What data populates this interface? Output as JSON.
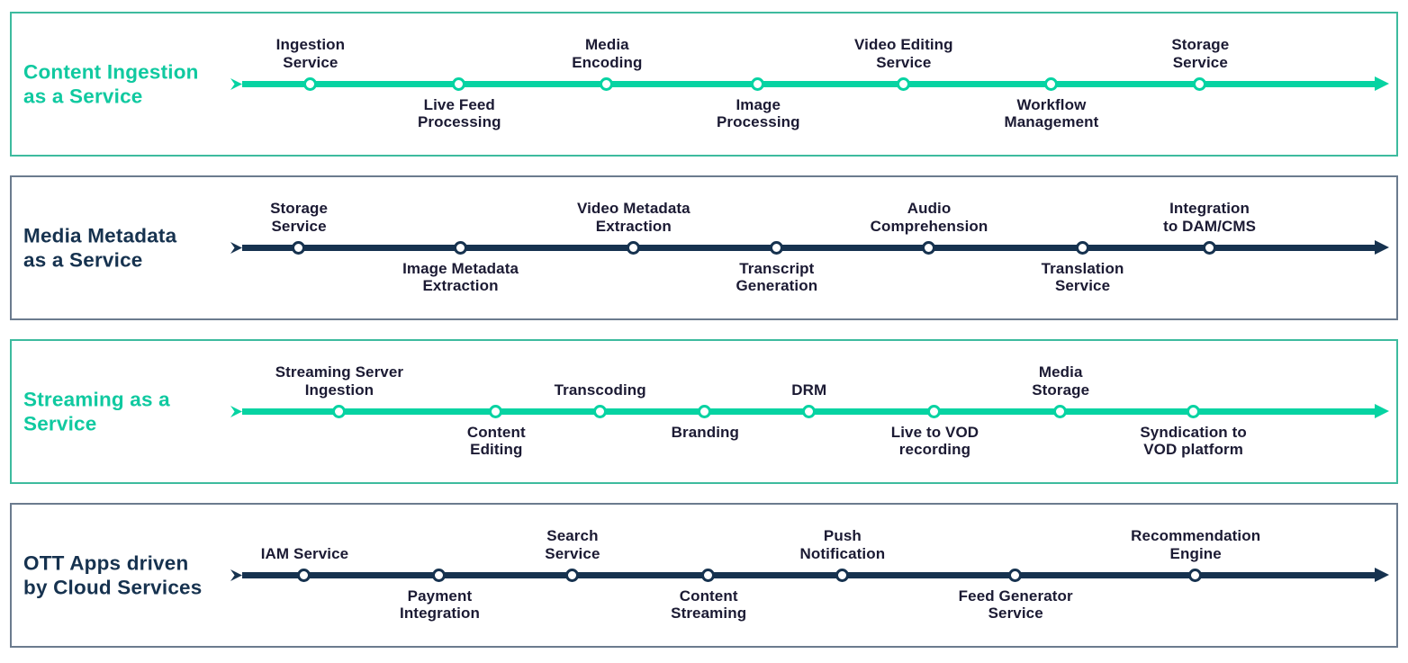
{
  "colors": {
    "teal_line": "#06d3a2",
    "teal_title": "#10c9a0",
    "teal_box_border": "#3dbb9e",
    "navy_line": "#16324f",
    "navy_title": "#16324f",
    "navy_box_border": "#6b7b8e",
    "label_text": "#1b1a33",
    "node_fill": "#ffffff",
    "background": "#ffffff"
  },
  "bands": [
    {
      "name": "content-ingestion-as-a-service",
      "theme": "teal",
      "title": "Content Ingestion as a Service",
      "title_lines": [
        "Content Ingestion",
        "as a Service"
      ],
      "nodes": [
        {
          "label": "Ingestion Service",
          "lines": [
            "Ingestion",
            "Service"
          ],
          "side": "above",
          "x_pct": 6.7
        },
        {
          "label": "Live Feed Processing",
          "lines": [
            "Live Feed",
            "Processing"
          ],
          "side": "below",
          "x_pct": 19.6
        },
        {
          "label": "Media Encoding",
          "lines": [
            "Media",
            "Encoding"
          ],
          "side": "above",
          "x_pct": 32.4
        },
        {
          "label": "Image Processing",
          "lines": [
            "Image",
            "Processing"
          ],
          "side": "below",
          "x_pct": 45.5
        },
        {
          "label": "Video Editing Service",
          "lines": [
            "Video Editing",
            "Service"
          ],
          "side": "above",
          "x_pct": 58.1
        },
        {
          "label": "Workflow Management",
          "lines": [
            "Workflow",
            "Management"
          ],
          "side": "below",
          "x_pct": 70.9
        },
        {
          "label": "Storage Service",
          "lines": [
            "Storage",
            "Service"
          ],
          "side": "above",
          "x_pct": 83.8
        }
      ]
    },
    {
      "name": "media-metadata-as-a-service",
      "theme": "navy",
      "title": "Media Metadata as a Service",
      "title_lines": [
        "Media Metadata",
        "as a Service"
      ],
      "nodes": [
        {
          "label": "Storage Service",
          "lines": [
            "Storage",
            "Service"
          ],
          "side": "above",
          "x_pct": 5.7
        },
        {
          "label": "Image Metadata Extraction",
          "lines": [
            "Image Metadata",
            "Extraction"
          ],
          "side": "below",
          "x_pct": 19.7
        },
        {
          "label": "Video Metadata Extraction",
          "lines": [
            "Video Metadata",
            "Extraction"
          ],
          "side": "above",
          "x_pct": 34.7
        },
        {
          "label": "Transcript Generation",
          "lines": [
            "Transcript",
            "Generation"
          ],
          "side": "below",
          "x_pct": 47.1
        },
        {
          "label": "Audio Comprehension",
          "lines": [
            "Audio",
            "Comprehension"
          ],
          "side": "above",
          "x_pct": 60.3
        },
        {
          "label": "Translation Service",
          "lines": [
            "Translation",
            "Service"
          ],
          "side": "below",
          "x_pct": 73.6
        },
        {
          "label": "Integration to DAM/CMS",
          "lines": [
            "Integration",
            "to DAM/CMS"
          ],
          "side": "above",
          "x_pct": 84.6
        }
      ]
    },
    {
      "name": "streaming-as-a-service",
      "theme": "teal",
      "title": "Streaming as a Service",
      "title_lines": [
        "Streaming as a",
        "Service"
      ],
      "nodes": [
        {
          "label": "Streaming Server Ingestion",
          "lines": [
            "Streaming Server",
            "Ingestion"
          ],
          "side": "above",
          "x_pct": 9.2
        },
        {
          "label": "Content Editing",
          "lines": [
            "Content",
            "Editing"
          ],
          "side": "below",
          "x_pct": 22.8
        },
        {
          "label": "Transcoding",
          "lines": [
            "Transcoding"
          ],
          "side": "above",
          "x_pct": 31.8
        },
        {
          "label": "Branding",
          "lines": [
            "Branding"
          ],
          "side": "below",
          "x_pct": 40.9
        },
        {
          "label": "DRM",
          "lines": [
            "DRM"
          ],
          "side": "above",
          "x_pct": 49.9
        },
        {
          "label": "Live to VOD recording",
          "lines": [
            "Live to VOD",
            "recording"
          ],
          "side": "below",
          "x_pct": 60.8
        },
        {
          "label": "Media Storage",
          "lines": [
            "Media",
            "Storage"
          ],
          "side": "above",
          "x_pct": 71.7
        },
        {
          "label": "Syndication to VOD platform",
          "lines": [
            "Syndication to",
            "VOD platform"
          ],
          "side": "below",
          "x_pct": 83.2
        }
      ]
    },
    {
      "name": "ott-apps-driven-by-cloud-services",
      "theme": "navy",
      "title": "OTT Apps driven by Cloud Services",
      "title_lines": [
        "OTT Apps driven",
        "by Cloud Services"
      ],
      "nodes": [
        {
          "label": "IAM Service",
          "lines": [
            "IAM Service"
          ],
          "side": "above",
          "x_pct": 6.2
        },
        {
          "label": "Payment Integration",
          "lines": [
            "Payment",
            "Integration"
          ],
          "side": "below",
          "x_pct": 17.9
        },
        {
          "label": "Search Service",
          "lines": [
            "Search",
            "Service"
          ],
          "side": "above",
          "x_pct": 29.4
        },
        {
          "label": "Content Streaming",
          "lines": [
            "Content",
            "Streaming"
          ],
          "side": "below",
          "x_pct": 41.2
        },
        {
          "label": "Push Notification",
          "lines": [
            "Push",
            "Notification"
          ],
          "side": "above",
          "x_pct": 52.8
        },
        {
          "label": "Feed Generator Service",
          "lines": [
            "Feed Generator",
            "Service"
          ],
          "side": "below",
          "x_pct": 67.8
        },
        {
          "label": "Recommendation Engine",
          "lines": [
            "Recommendation",
            "Engine"
          ],
          "side": "above",
          "x_pct": 83.4
        }
      ]
    }
  ]
}
